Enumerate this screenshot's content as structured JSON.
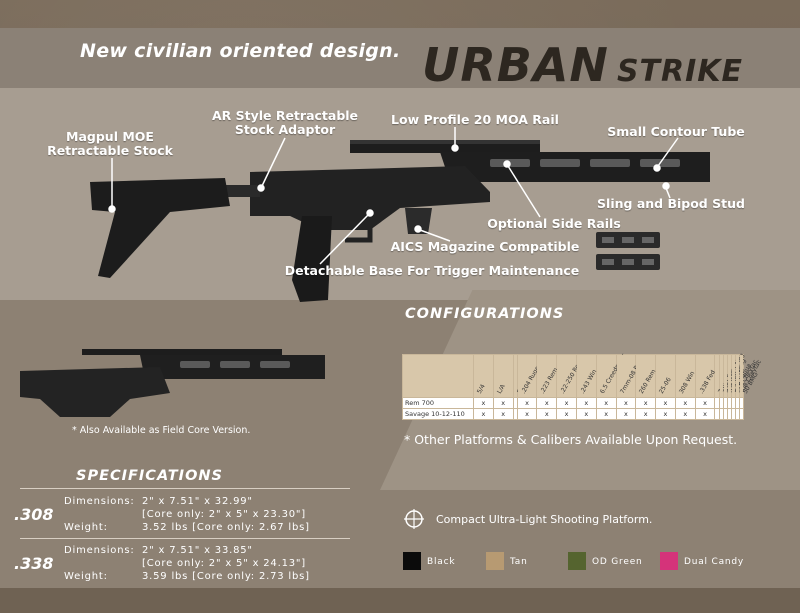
{
  "header": {
    "tagline": "New civilian oriented design.",
    "title_main": "URBAN",
    "title_sub": "STRIKE"
  },
  "callouts": {
    "stock": "Magpul MOE\nRetractable Stock",
    "adaptor": "AR Style Retractable\nStock Adaptor",
    "rail": "Low Profile 20 MOA Rail",
    "tube": "Small Contour Tube",
    "sling": "Sling and Bipod Stud",
    "side_rails": "Optional Side Rails",
    "aics": "AICS Magazine Compatible",
    "base": "Detachable Base For Trigger Maintenance"
  },
  "field_core_note": "* Also Available as Field Core Version.",
  "configurations": {
    "heading": "CONFIGURATIONS",
    "calibers": [
      "5/4",
      "L/A",
      "SD",
      ".204 Ruger",
      ".223 Rem",
      ".22-250 Rem",
      ".243 Win",
      "6.5 Creedmoor",
      "7mm-08 Rem",
      "260 Rem",
      "25-06",
      "308 Win",
      ".338 Fed",
      "7mm Rem Mag",
      "300 Win Mag",
      "300 WSM",
      ".338 Lapua",
      "375 Cheytac",
      "408 Cheytac",
      "50 BMG"
    ],
    "rows": [
      {
        "name": "Rem 700",
        "marks": [
          "",
          "",
          "",
          "",
          "",
          "",
          "",
          "",
          "",
          "",
          "",
          "",
          "",
          "",
          "",
          "",
          "",
          "",
          "",
          ""
        ]
      },
      {
        "name": "Savage 10-12-110",
        "marks": [
          "x",
          "x",
          "",
          "x",
          "x",
          "x",
          "x",
          "x",
          "x",
          "x",
          "x",
          "x",
          "x",
          "",
          "",
          "",
          "",
          "",
          "",
          ""
        ]
      }
    ],
    "rem_marks": [
      "x",
      "x",
      "",
      "x",
      "x",
      "x",
      "x",
      "x",
      "x",
      "x",
      "x",
      "x",
      "x",
      "",
      "",
      "",
      "",
      "",
      "",
      ""
    ],
    "note": "* Other Platforms & Calibers Available Upon Request."
  },
  "specifications": {
    "heading": "SPECIFICATIONS",
    "items": [
      {
        "caliber": ".308",
        "dim_label": "Dimensions:",
        "dim_value": "2\" x 7.51\" x 32.99\"",
        "core_dim": "[Core only: 2\" x 5\" x 23.30\"]",
        "weight_label": "Weight:",
        "weight_value": "3.52 lbs  [Core only: 2.67 lbs]"
      },
      {
        "caliber": ".338",
        "dim_label": "Dimensions:",
        "dim_value": "2\" x 7.51\" x 33.85\"",
        "core_dim": "[Core only: 2\" x 5\" x 24.13\"]",
        "weight_label": "Weight:",
        "weight_value": "3.59 lbs  [Core only: 2.73 lbs]"
      }
    ]
  },
  "platform_note": "Compact Ultra-Light Shooting Platform.",
  "colors": [
    {
      "name": "Black",
      "hex": "#0b0b0b"
    },
    {
      "name": "Tan",
      "hex": "#b79a72"
    },
    {
      "name": "OD Green",
      "hex": "#55642f"
    },
    {
      "name": "Dual Candy",
      "hex": "#d5337a"
    }
  ]
}
